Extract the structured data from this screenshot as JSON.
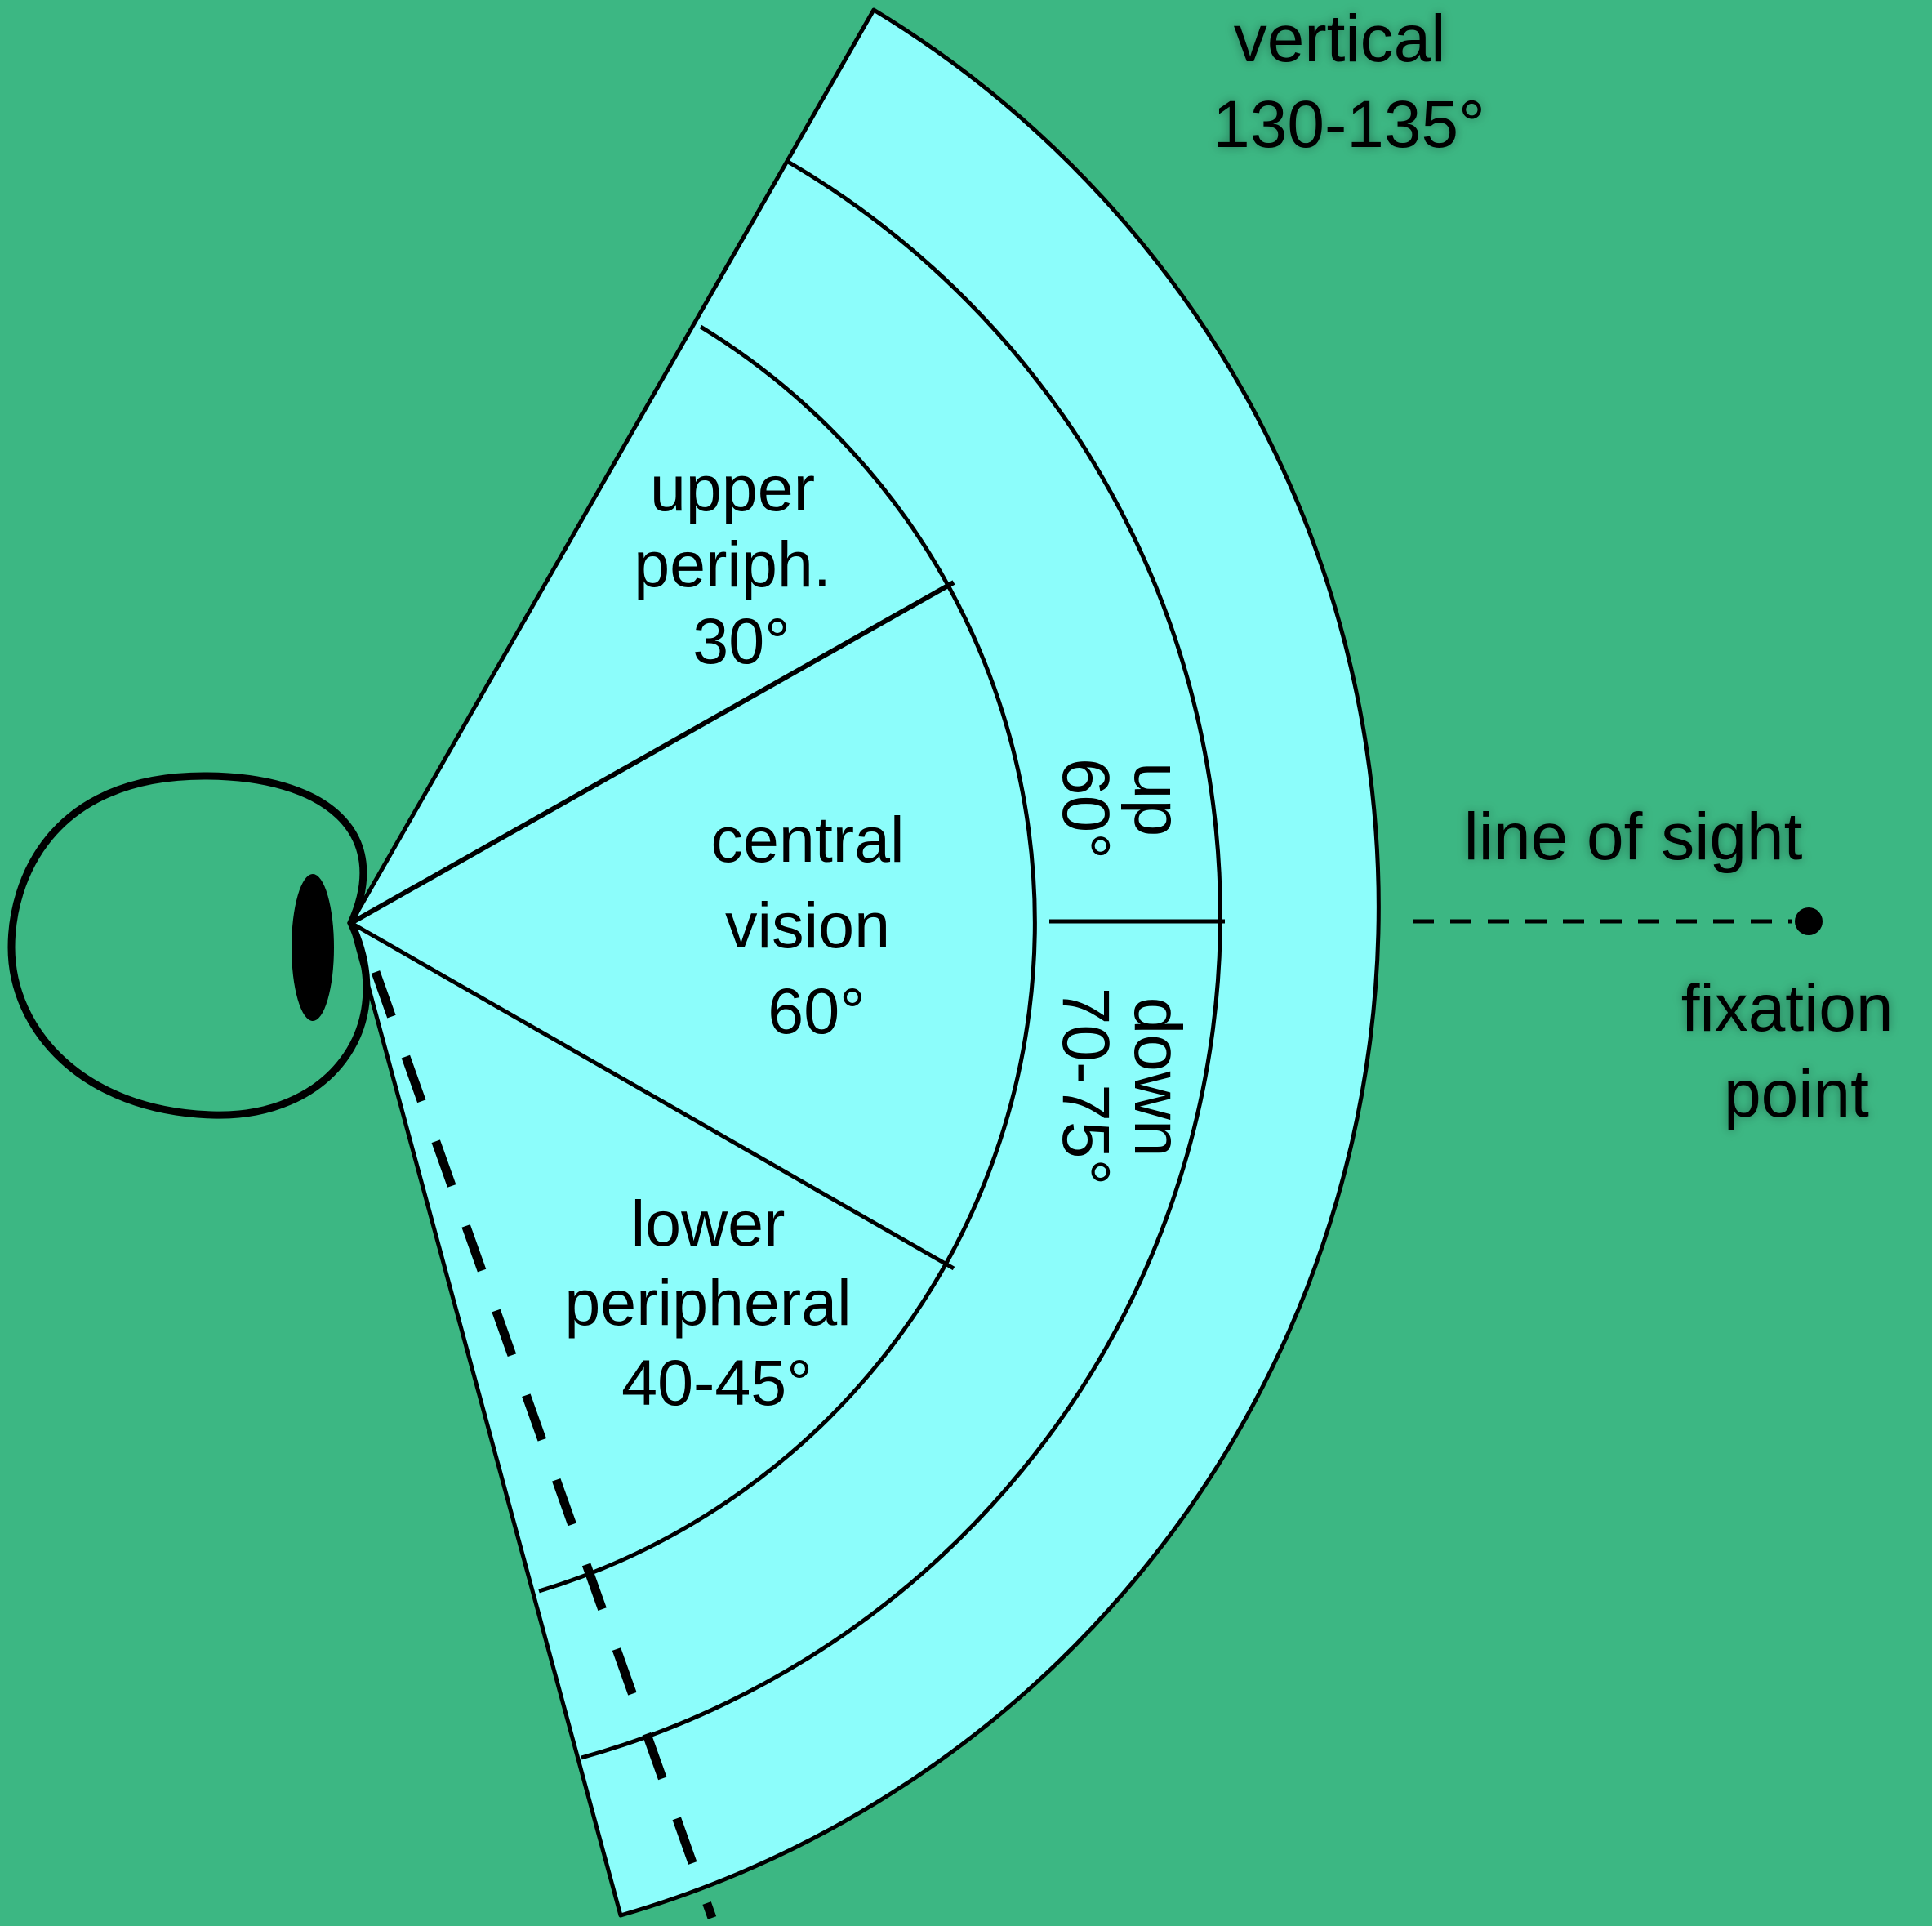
{
  "colors": {
    "background": "#3cb783",
    "fan_fill": "#8cfdfb",
    "stroke": "#000000"
  },
  "labels": {
    "vertical": [
      "vertical",
      "130-135°"
    ],
    "upper_periph": [
      "upper",
      "periph.",
      "30°"
    ],
    "central": [
      "central",
      "vision",
      "60°"
    ],
    "lower_periph": [
      "lower",
      "peripheral",
      "40-45°"
    ],
    "up": [
      "up",
      "60°"
    ],
    "down": [
      "down",
      "70-75°"
    ],
    "line_of_sight": "line of sight",
    "fixation": [
      "fixation",
      "point"
    ]
  }
}
